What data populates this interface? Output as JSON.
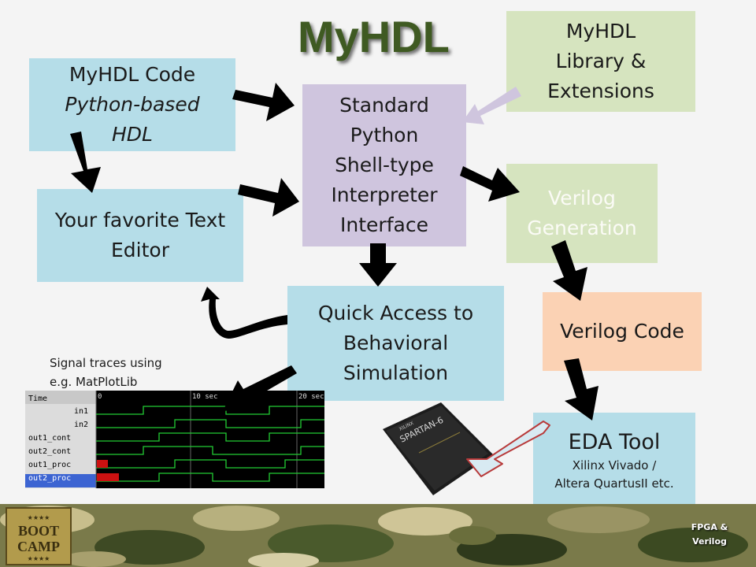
{
  "title": "MyHDL",
  "boxes": {
    "code": {
      "line1": "MyHDL Code",
      "line2": "Python-based",
      "line3": "HDL"
    },
    "editor": {
      "line1": "Your favorite Text",
      "line2": "Editor"
    },
    "python": {
      "line1": "Standard",
      "line2": "Python",
      "line3": "Shell-type",
      "line4": "Interpreter",
      "line5": "Interface"
    },
    "library": {
      "line1": "MyHDL",
      "line2": "Library &",
      "line3": "Extensions"
    },
    "verilog_generation": {
      "line1": "Verilog",
      "line2": "Generation"
    },
    "verilog_code": {
      "line1": "Verilog Code"
    },
    "simulation": {
      "line1": "Quick Access to",
      "line2": "Behavioral",
      "line3": "Simulation"
    },
    "eda": {
      "line1": "EDA Tool",
      "line2": "Xilinx Vivado /",
      "line3": "Altera QuartusII etc."
    }
  },
  "caption": {
    "line1": "Signal traces using",
    "line2": "e.g. MatPlotLib"
  },
  "waveform": {
    "header": "Time",
    "markers": [
      "0",
      "10 sec",
      "20 sec"
    ],
    "signals": [
      "in1",
      "in2",
      "out1_cont",
      "out2_cont",
      "out1_proc",
      "out2_proc"
    ]
  },
  "chip": {
    "brand": "XILINX",
    "label": "SPARTAN-6"
  },
  "footer": {
    "logo_line1": "BOOT",
    "logo_line2": "CAMP",
    "label_line1": "FPGA &",
    "label_line2": "Verilog"
  },
  "colors": {
    "title": "#3f5a22",
    "blue_box": "#b5dde8",
    "purple_box": "#cfc5de",
    "green_box": "#d6e4bf",
    "orange_box": "#fbd2b4",
    "arrow": "#000000",
    "hollow_arrow": "#cfc5de",
    "wave_green": "#22cc33",
    "wave_red": "#cc1111"
  }
}
